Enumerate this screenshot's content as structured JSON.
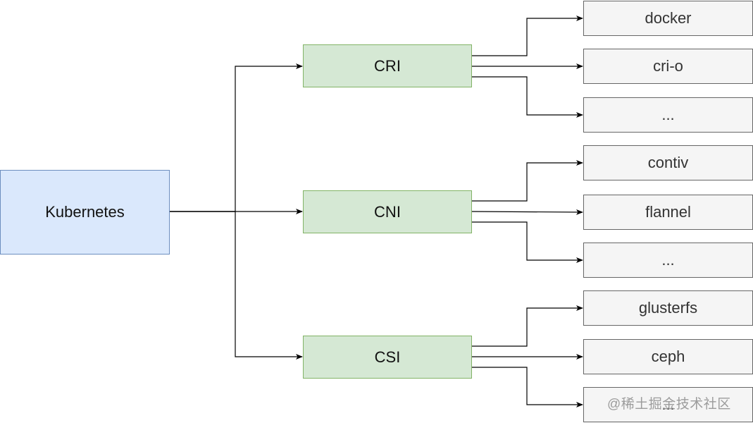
{
  "diagram": {
    "root": {
      "label": "Kubernetes"
    },
    "groups": [
      {
        "label": "CRI",
        "children": [
          "docker",
          "cri-o",
          "..."
        ]
      },
      {
        "label": "CNI",
        "children": [
          "contiv",
          "flannel",
          "..."
        ]
      },
      {
        "label": "CSI",
        "children": [
          "glusterfs",
          "ceph",
          "..."
        ]
      }
    ]
  },
  "colors": {
    "root_fill": "#dae8fc",
    "root_stroke": "#6c8ebf",
    "group_fill": "#d5e8d4",
    "group_stroke": "#82b366",
    "leaf_fill": "#f5f5f5",
    "leaf_stroke": "#666666",
    "edge": "#000000"
  },
  "watermark": "@稀土掘金技术社区"
}
